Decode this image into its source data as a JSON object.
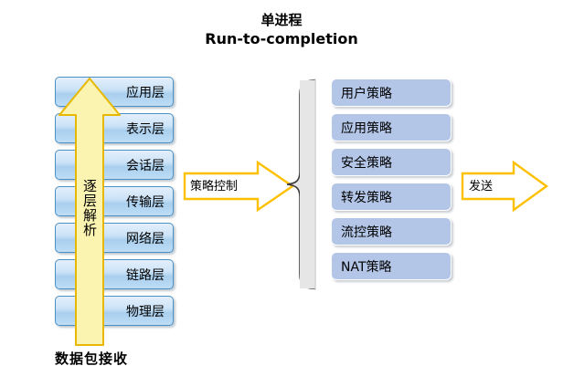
{
  "diagram": {
    "title": {
      "line1": "单进程",
      "line2": "Run-to-completion"
    },
    "osi_stack": {
      "name": "osi-layer-stack",
      "layers": [
        {
          "label": "应用层"
        },
        {
          "label": "表示层"
        },
        {
          "label": "会话层"
        },
        {
          "label": "传输层"
        },
        {
          "label": "网络层"
        },
        {
          "label": "链路层"
        },
        {
          "label": "物理层"
        }
      ],
      "box_fill_top": "#e4f0fb",
      "box_fill_bottom": "#a9cfee",
      "box_border": "#4a90c4"
    },
    "up_arrow": {
      "label": "逐层解析",
      "fill": "#fbf3b0",
      "border": "#e8b800",
      "direction": "up"
    },
    "bottom_label": "数据包接收",
    "policy_arrow": {
      "label": "策略控制",
      "fill": "#ffffff",
      "border": "#ffc000",
      "direction": "right"
    },
    "brace": {
      "name": "left-curly-brace",
      "fill": "#e6e6e6",
      "stroke": "#3b3b3b"
    },
    "policy_stack": {
      "name": "policy-list",
      "items": [
        {
          "label": "用户策略"
        },
        {
          "label": "应用策略"
        },
        {
          "label": "安全策略"
        },
        {
          "label": "转发策略"
        },
        {
          "label": "流控策略"
        },
        {
          "label": "NAT策略"
        }
      ],
      "box_fill": "#b3c6e7",
      "box_border": "#ffffff"
    },
    "send_arrow": {
      "label": "发送",
      "fill": "#ffffff",
      "border": "#ffc000",
      "direction": "right"
    }
  }
}
